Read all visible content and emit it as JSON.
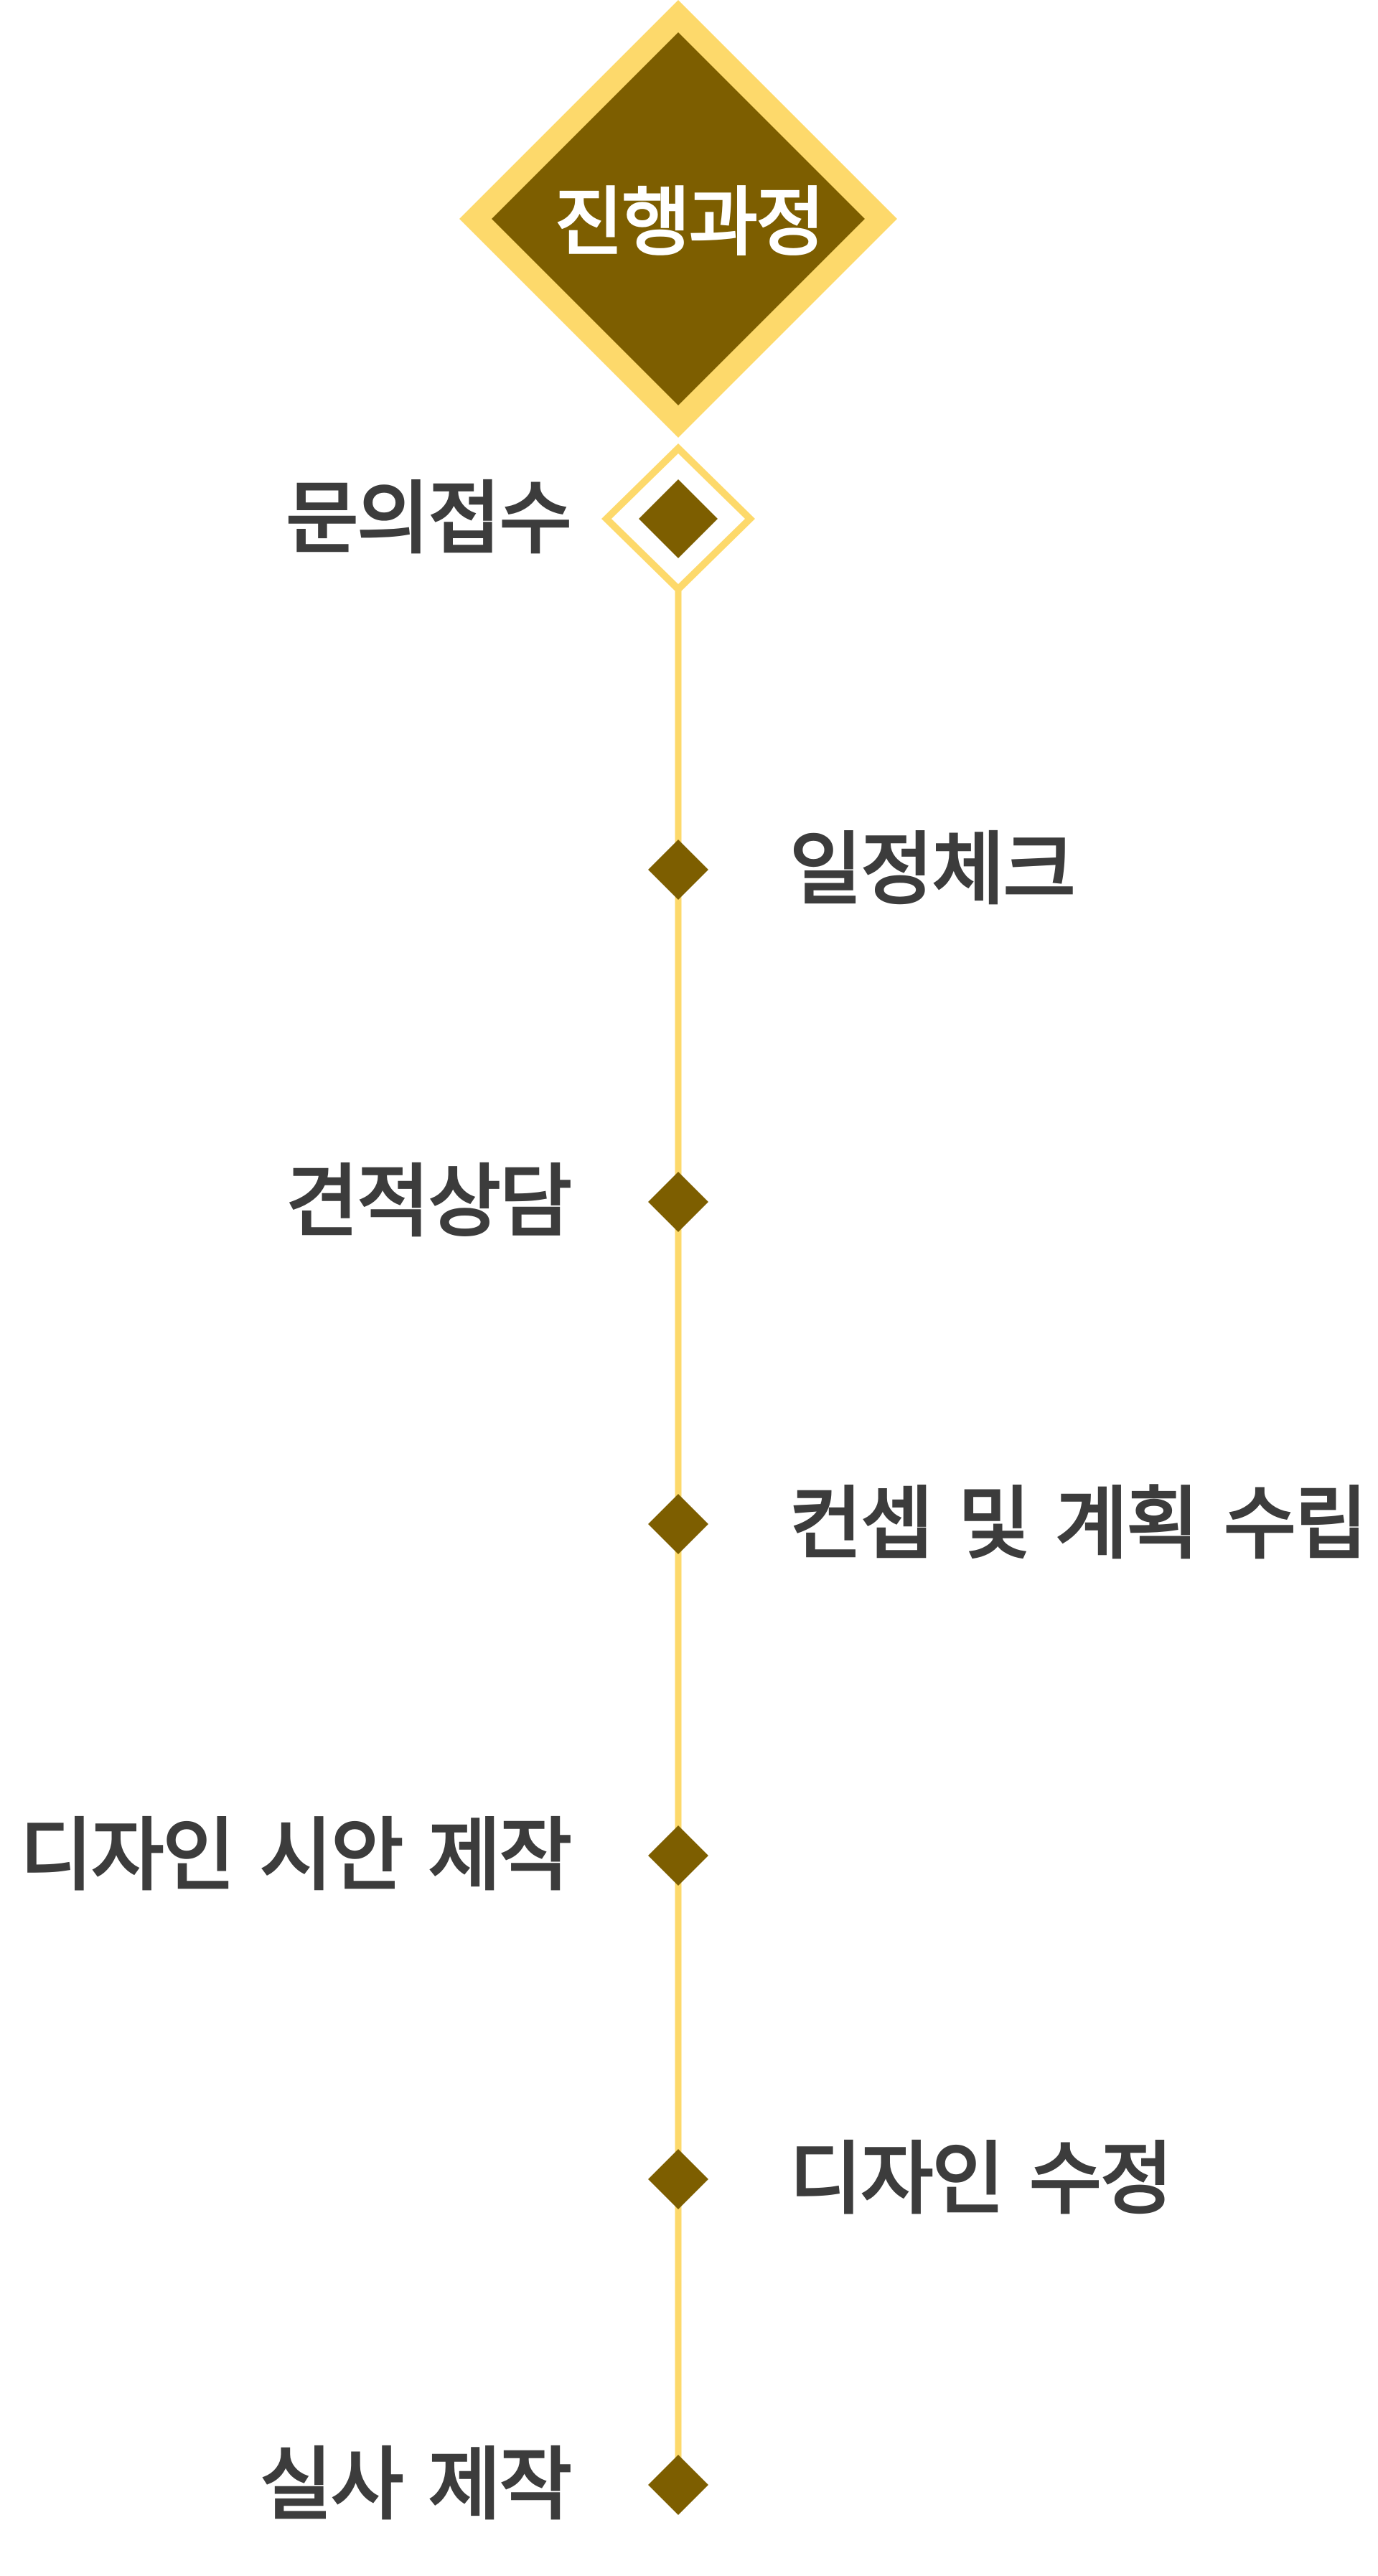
{
  "title": "진행과정",
  "colors": {
    "primary": "#7d5e00",
    "accent": "#fdd96b",
    "text": "#3c3c3c",
    "title_text": "#ffffff",
    "background": "#ffffff"
  },
  "steps": [
    {
      "label": "문의접수",
      "side": "left",
      "marker": "outlined-diamond"
    },
    {
      "label": "일정체크",
      "side": "right",
      "marker": "diamond"
    },
    {
      "label": "견적상담",
      "side": "left",
      "marker": "diamond"
    },
    {
      "label": "컨셉 및 계획 수립",
      "side": "right",
      "marker": "diamond"
    },
    {
      "label": "디자인 시안 제작",
      "side": "left",
      "marker": "diamond"
    },
    {
      "label": "디자인 수정",
      "side": "right",
      "marker": "diamond"
    },
    {
      "label": "실사 제작",
      "side": "left",
      "marker": "diamond"
    }
  ]
}
